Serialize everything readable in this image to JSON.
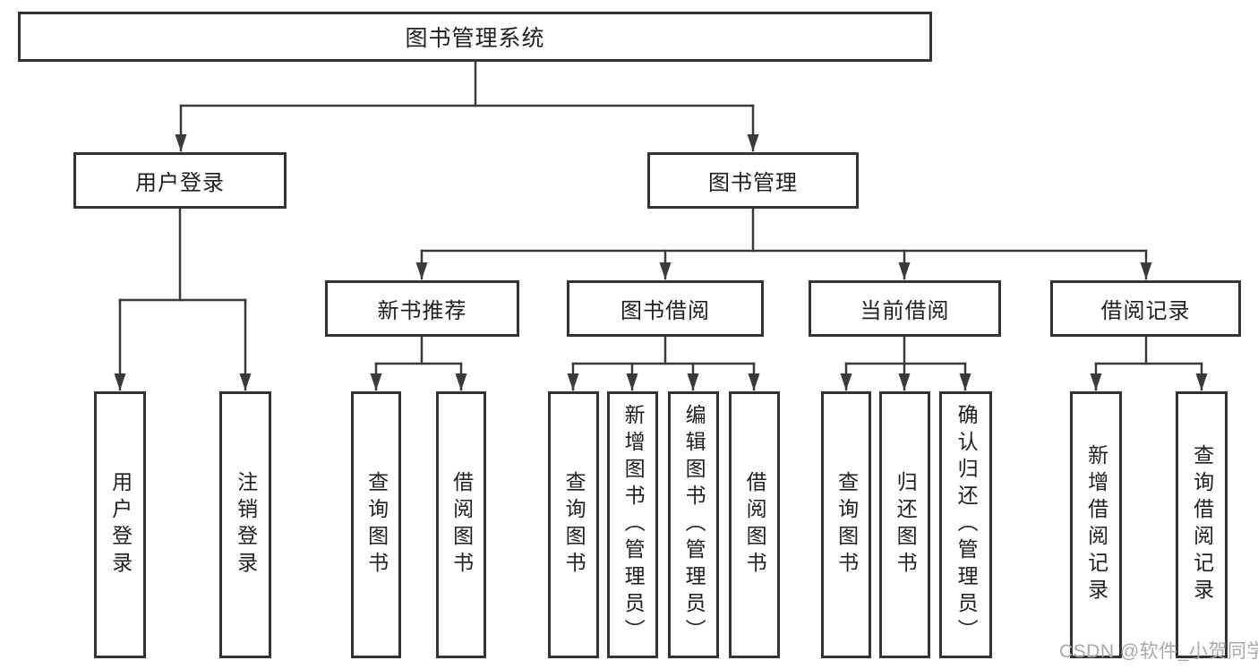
{
  "colors": {
    "line": "#3a3a3a",
    "box_border": "#333333",
    "text": "#1f1f1f",
    "background": "#ffffff",
    "watermark": "#a9a9a9"
  },
  "root": {
    "label": "图书管理系统"
  },
  "level2": {
    "user_login": {
      "label": "用户登录"
    },
    "book_management": {
      "label": "图书管理"
    }
  },
  "level3": {
    "new_book_recommend": {
      "label": "新书推荐"
    },
    "book_borrowing": {
      "label": "图书借阅"
    },
    "current_borrowing": {
      "label": "当前借阅"
    },
    "borrowing_records": {
      "label": "借阅记录"
    }
  },
  "leaves": {
    "user_login": {
      "label": "用户登录"
    },
    "logout": {
      "label": "注销登录"
    },
    "rec_query_books": {
      "label": "查询图书"
    },
    "rec_borrow_books": {
      "label": "借阅图书"
    },
    "bb_query_books": {
      "label": "查询图书"
    },
    "bb_add_books": {
      "label": "新增图书（管理员）"
    },
    "bb_edit_books": {
      "label": "编辑图书（管理员）"
    },
    "bb_borrow_books": {
      "label": "借阅图书"
    },
    "cb_query_books": {
      "label": "查询图书"
    },
    "cb_return_books": {
      "label": "归还图书"
    },
    "cb_confirm_return": {
      "label": "确认归还（管理员）"
    },
    "br_add_record": {
      "label": "新增借阅记录"
    },
    "br_query_record": {
      "label": "查询借阅记录"
    }
  },
  "watermark": {
    "label": "CSDN @软件_小贺同学"
  }
}
